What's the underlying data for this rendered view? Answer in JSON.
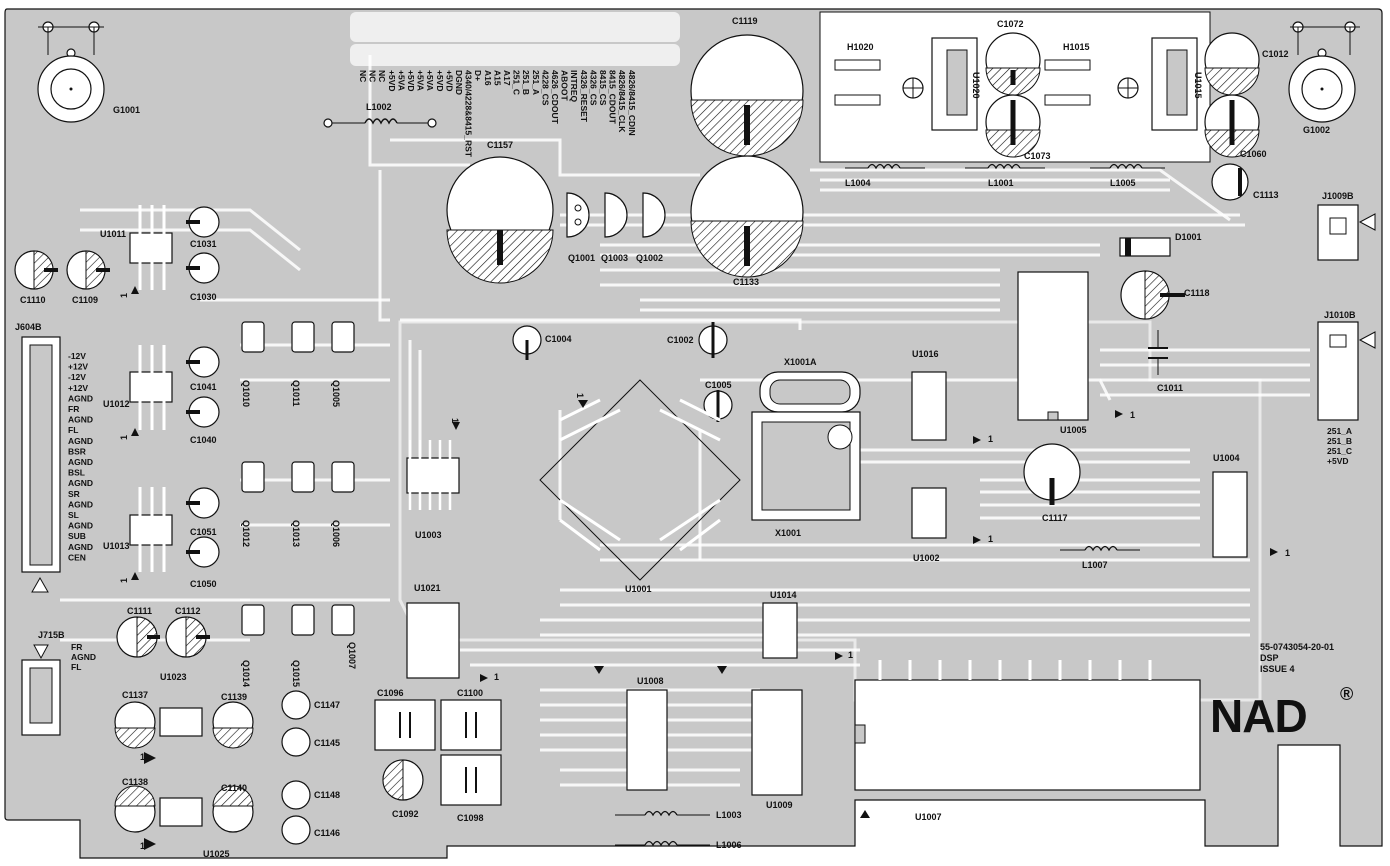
{
  "board": {
    "brand": "NAD",
    "registered_mark": "®",
    "part_number": "55-0743054-20-01",
    "function": "DSP",
    "issue": "ISSUE 4"
  },
  "colors": {
    "board": "#c8c8c8",
    "trace": "#ffffff",
    "ink": "#111111",
    "background": "#ffffff"
  },
  "labels": [
    {
      "id": "G1001",
      "text": "G1001"
    },
    {
      "id": "G1002",
      "text": "G1002"
    },
    {
      "id": "L1002",
      "text": "L1002"
    },
    {
      "id": "C1119",
      "text": "C1119"
    },
    {
      "id": "H1020",
      "text": "H1020"
    },
    {
      "id": "U1020",
      "text": "U1020"
    },
    {
      "id": "C1072",
      "text": "C1072"
    },
    {
      "id": "H1015",
      "text": "H1015"
    },
    {
      "id": "U1015",
      "text": "U1015"
    },
    {
      "id": "C1012",
      "text": "C1012"
    },
    {
      "id": "C1073",
      "text": "C1073"
    },
    {
      "id": "C1060",
      "text": "C1060"
    },
    {
      "id": "L1004",
      "text": "L1004"
    },
    {
      "id": "L1001",
      "text": "L1001"
    },
    {
      "id": "L1005",
      "text": "L1005"
    },
    {
      "id": "C1113",
      "text": "C1113"
    },
    {
      "id": "J1009B",
      "text": "J1009B"
    },
    {
      "id": "C1157",
      "text": "C1157"
    },
    {
      "id": "Q1001",
      "text": "Q1001"
    },
    {
      "id": "Q1003",
      "text": "Q1003"
    },
    {
      "id": "Q1002",
      "text": "Q1002"
    },
    {
      "id": "C1133",
      "text": "C1133"
    },
    {
      "id": "D1001",
      "text": "D1001"
    },
    {
      "id": "C1118",
      "text": "C1118"
    },
    {
      "id": "U1011",
      "text": "U1011"
    },
    {
      "id": "C1031",
      "text": "C1031"
    },
    {
      "id": "C1030",
      "text": "C1030"
    },
    {
      "id": "C1110",
      "text": "C1110"
    },
    {
      "id": "C1109",
      "text": "C1109"
    },
    {
      "id": "J604B",
      "text": "J604B"
    },
    {
      "id": "C1004",
      "text": "C1004"
    },
    {
      "id": "C1002",
      "text": "C1002"
    },
    {
      "id": "J1010B",
      "text": "J1010B"
    },
    {
      "id": "Q1010",
      "text": "Q1010"
    },
    {
      "id": "Q1011",
      "text": "Q1011"
    },
    {
      "id": "Q1005",
      "text": "Q1005"
    },
    {
      "id": "U1012",
      "text": "U1012"
    },
    {
      "id": "C1041",
      "text": "C1041"
    },
    {
      "id": "C1040",
      "text": "C1040"
    },
    {
      "id": "X1001A",
      "text": "X1001A"
    },
    {
      "id": "U1016",
      "text": "U1016"
    },
    {
      "id": "C1005",
      "text": "C1005"
    },
    {
      "id": "C1011",
      "text": "C1011"
    },
    {
      "id": "U1005",
      "text": "U1005"
    },
    {
      "id": "U1003",
      "text": "U1003"
    },
    {
      "id": "X1001",
      "text": "X1001"
    },
    {
      "id": "C1117",
      "text": "C1117"
    },
    {
      "id": "U1004",
      "text": "U1004"
    },
    {
      "id": "Q1012",
      "text": "Q1012"
    },
    {
      "id": "Q1013",
      "text": "Q1013"
    },
    {
      "id": "Q1006",
      "text": "Q1006"
    },
    {
      "id": "U1013",
      "text": "U1013"
    },
    {
      "id": "C1051",
      "text": "C1051"
    },
    {
      "id": "C1050",
      "text": "C1050"
    },
    {
      "id": "U1002",
      "text": "U1002"
    },
    {
      "id": "L1007",
      "text": "L1007"
    },
    {
      "id": "U1001",
      "text": "U1001"
    },
    {
      "id": "U1021",
      "text": "U1021"
    },
    {
      "id": "C1111",
      "text": "C1111"
    },
    {
      "id": "C1112",
      "text": "C1112"
    },
    {
      "id": "Q1014",
      "text": "Q1014"
    },
    {
      "id": "Q1015",
      "text": "Q1015"
    },
    {
      "id": "Q1007",
      "text": "Q1007"
    },
    {
      "id": "U1014",
      "text": "U1014"
    },
    {
      "id": "J715B",
      "text": "J715B"
    },
    {
      "id": "U1023",
      "text": "U1023"
    },
    {
      "id": "C1137",
      "text": "C1137"
    },
    {
      "id": "C1139",
      "text": "C1139"
    },
    {
      "id": "C1147",
      "text": "C1147"
    },
    {
      "id": "C1145",
      "text": "C1145"
    },
    {
      "id": "C1096",
      "text": "C1096"
    },
    {
      "id": "C1100",
      "text": "C1100"
    },
    {
      "id": "U1008",
      "text": "U1008"
    },
    {
      "id": "C1138",
      "text": "C1138"
    },
    {
      "id": "C1140",
      "text": "C1140"
    },
    {
      "id": "C1148",
      "text": "C1148"
    },
    {
      "id": "C1146",
      "text": "C1146"
    },
    {
      "id": "C1092",
      "text": "C1092"
    },
    {
      "id": "C1098",
      "text": "C1098"
    },
    {
      "id": "L1003",
      "text": "L1003"
    },
    {
      "id": "U1009",
      "text": "U1009"
    },
    {
      "id": "U1007",
      "text": "U1007"
    },
    {
      "id": "U1025",
      "text": "U1025"
    },
    {
      "id": "L1006",
      "text": "L1006"
    },
    {
      "id": "U1009-dup",
      "text": ""
    }
  ],
  "pin_one_marks": [
    "1",
    "1",
    "1",
    "1",
    "1",
    "1",
    "1",
    "1",
    "1",
    "1",
    "1",
    "1",
    "1"
  ],
  "header_pins": [
    "NC",
    "NC",
    "NC",
    "+5VD",
    "+5VA",
    "+5VD",
    "+5VA",
    "+5VA",
    "+5VD",
    "+5VD",
    "DGND",
    "4340/4228&8415_RST",
    "D+",
    "A16",
    "A15",
    "A17",
    "251_C",
    "251_B",
    "251_A",
    "4228_CS",
    "4626_CDOUT",
    "ABOOT",
    "INTREQ",
    "4326_RESET",
    "4326_CS",
    "8415_CS",
    "8415_CDOUT",
    "4826/8415_CLK",
    "4826/8415_CDIN"
  ],
  "j604b_pins": [
    "-12V",
    "+12V",
    "-12V",
    "+12V",
    "AGND",
    "FR",
    "AGND",
    "FL",
    "AGND",
    "BSR",
    "AGND",
    "BSL",
    "AGND",
    "SR",
    "AGND",
    "SL",
    "AGND",
    "SUB",
    "AGND",
    "CEN"
  ],
  "j1010b_pins": [
    "251_A",
    "251_B",
    "251_C",
    "+5VD"
  ],
  "j715b_pins": [
    "FR",
    "AGND",
    "FL"
  ]
}
